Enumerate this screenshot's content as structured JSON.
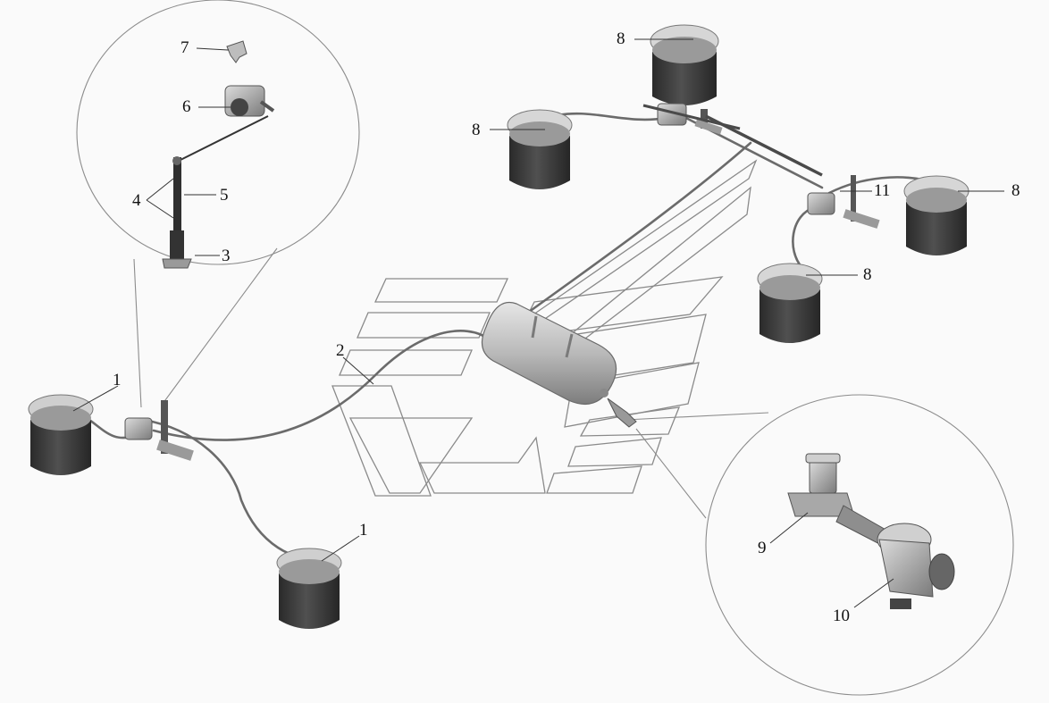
{
  "diagram": {
    "kind": "air suspension system exploded view",
    "colors": {
      "background": "#fafafa",
      "stroke": "#6a6a6a",
      "bellows_body": "#3a3a3a",
      "bellows_top": "#d4d4d4",
      "tank": "#bdbdbd",
      "valve": "#8a8a8a"
    },
    "callouts": {
      "c1a": "1",
      "c1b": "1",
      "c2": "2",
      "c3": "3",
      "c4": "4",
      "c5": "5",
      "c6": "6",
      "c7": "7",
      "c8a": "8",
      "c8b": "8",
      "c8c": "8",
      "c8d": "8",
      "c9": "9",
      "c10": "10",
      "c11": "11"
    }
  }
}
